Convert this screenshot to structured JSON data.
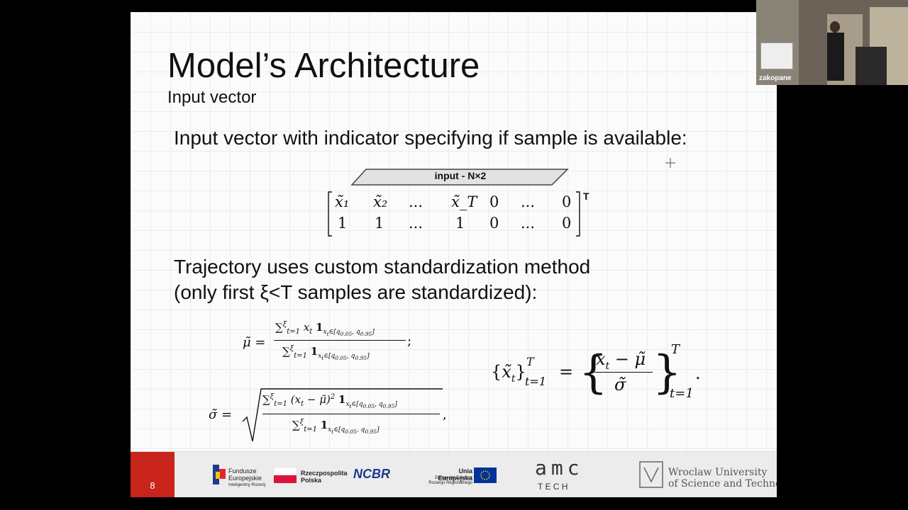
{
  "slide": {
    "title": "Model’s Architecture",
    "subtitle": "Input vector",
    "bullet1": "Input vector with indicator specifying if sample is available:",
    "diagram_label": "input - N×2",
    "matrix_superscript": "T",
    "matrix_row1": [
      "x̃₁",
      "x̃₂",
      "...",
      "x̃_T",
      "0",
      "...",
      "0"
    ],
    "matrix_row2": [
      "1",
      "1",
      "...",
      "1",
      "0",
      "...",
      "0"
    ],
    "bullet2_line1": "Trajectory uses custom standardization method",
    "bullet2_line2": "(only first ξ<T samples are standardized):",
    "page_number": "8"
  },
  "footer": {
    "logos": {
      "fundusze": "Fundusze Europejskie",
      "fundusze_sub": "Inteligentny Rozwój",
      "rp": "Rzeczpospolita Polska",
      "ncbr": "NCBR",
      "ue": "Unia Europejska",
      "ue_sub": "Europejski Fundusz Rozwoju Regionalnego",
      "amc": "amc",
      "tech": "T E C H",
      "uni_line1": "Wroclaw University",
      "uni_line2": "of Science and Technology"
    }
  },
  "webcam": {
    "label": "zakopane"
  }
}
